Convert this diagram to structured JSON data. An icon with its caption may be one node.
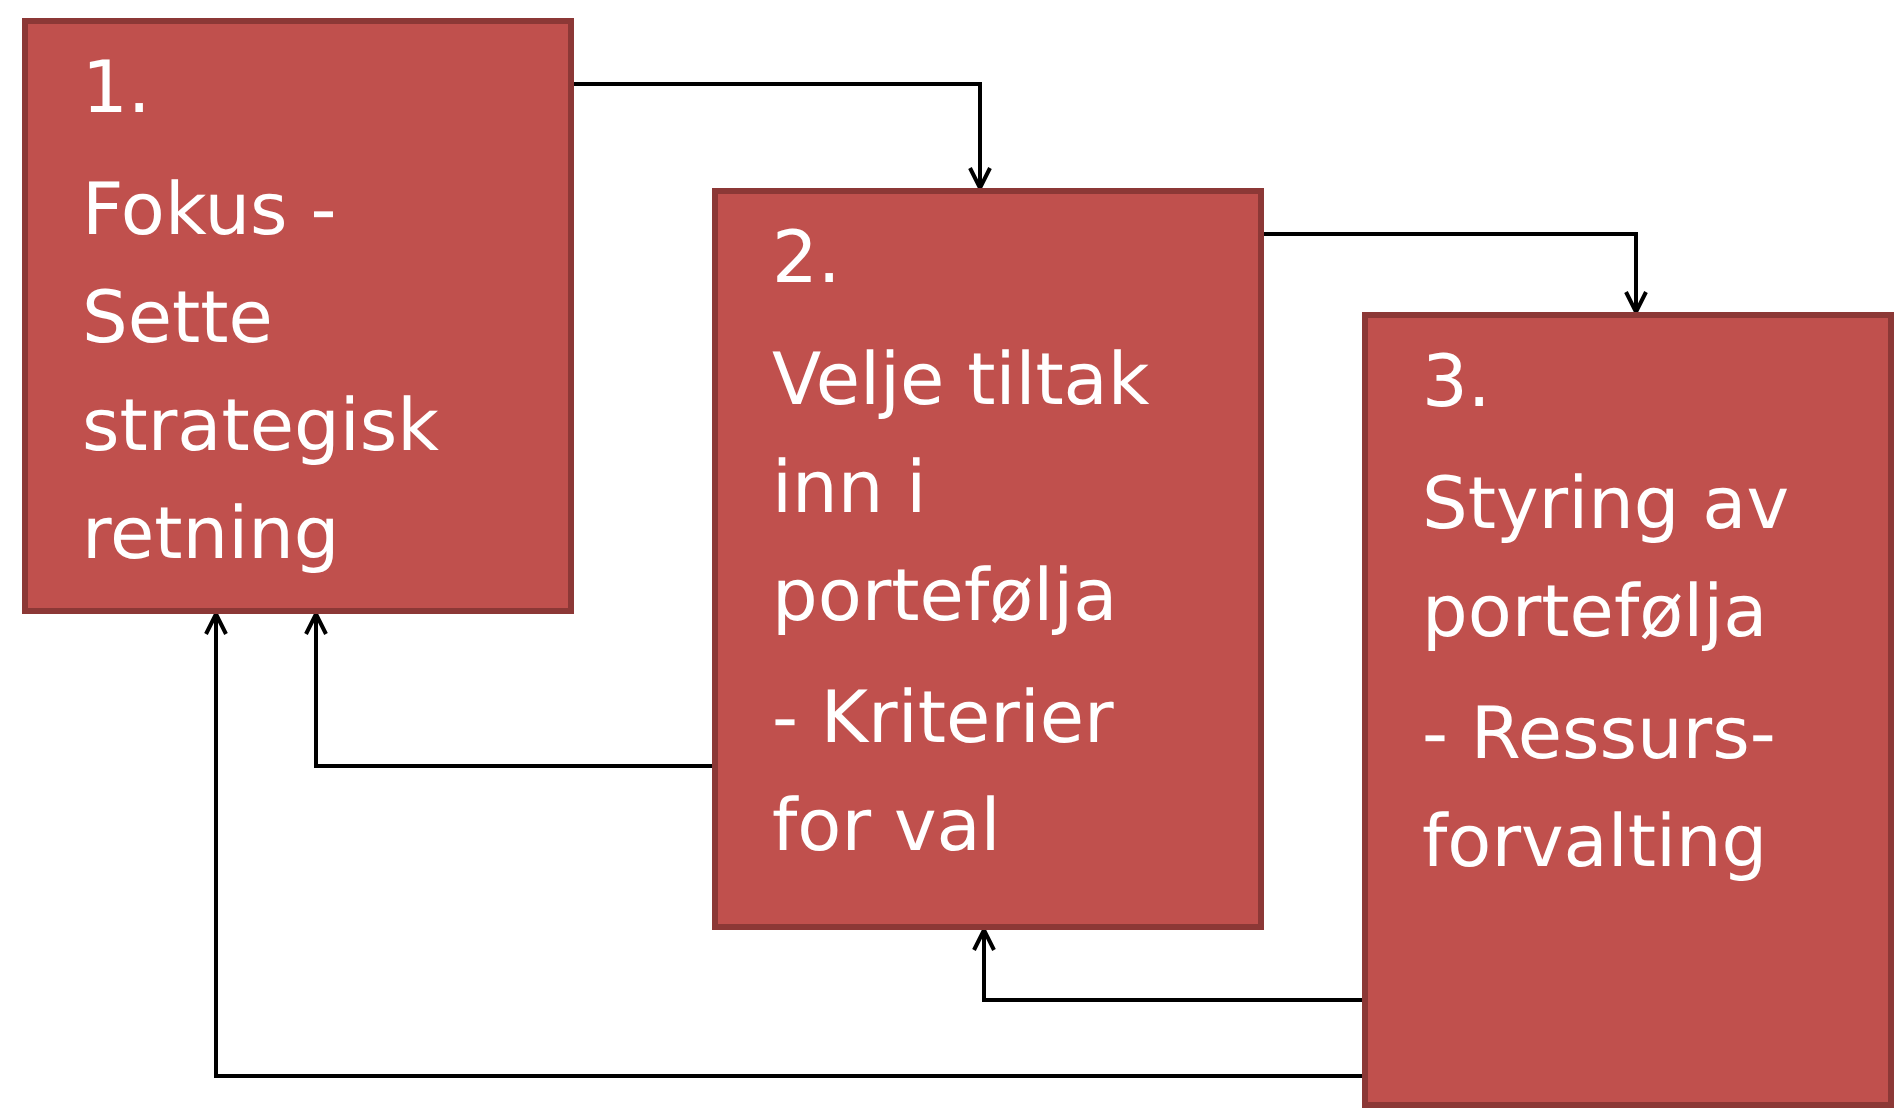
{
  "diagram": {
    "nodes": [
      {
        "text": [
          "1.",
          "Fokus - Sette strategisk retning"
        ]
      },
      {
        "text": [
          "2.",
          "Velje tiltak inn i portefølja",
          "- Kriterier for val"
        ]
      },
      {
        "text": [
          "3.",
          "Styring av portefølja",
          "- Ressurs-forvalting"
        ]
      }
    ],
    "edges": [
      {
        "from": 0,
        "to": 1,
        "arrow": "to"
      },
      {
        "from": 1,
        "to": 2,
        "arrow": "to"
      },
      {
        "from": 1,
        "to": 0,
        "arrow": "to"
      },
      {
        "from": 2,
        "to": 1,
        "arrow": "to"
      },
      {
        "from": 2,
        "to": 0,
        "arrow": "to"
      }
    ]
  }
}
